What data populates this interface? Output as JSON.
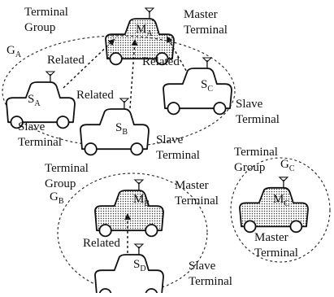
{
  "groups": {
    "A": {
      "title": "Terminal\nGroup",
      "name": "G",
      "sub": "A"
    },
    "B": {
      "title": "Terminal\nGroup",
      "name": "G",
      "sub": "B"
    },
    "C": {
      "title": "Terminal\nGroup",
      "name": "G",
      "sub": "C"
    }
  },
  "terminals": {
    "MA": {
      "letter": "M",
      "sub": "A",
      "role": "Master\nTerminal"
    },
    "SA": {
      "letter": "S",
      "sub": "A",
      "role": "Slave\nTerminal"
    },
    "SB": {
      "letter": "S",
      "sub": "B",
      "role": "Slave\nTerminal"
    },
    "SC": {
      "letter": "S",
      "sub": "C",
      "role": "Slave\nTerminal"
    },
    "MB": {
      "letter": "M",
      "sub": "B",
      "role": "Master\nTerminal"
    },
    "SD": {
      "letter": "S",
      "sub": "D",
      "role": "Slave\nTerminal"
    },
    "MC": {
      "letter": "M",
      "sub": "C",
      "role": "Master\nTerminal"
    }
  },
  "relations": {
    "SA_MA": "Related",
    "SB_MA": "Related",
    "SC_MA": "Related",
    "SD_MB": "Related"
  },
  "colors": {
    "stroke": "#111111",
    "dots": "#333333",
    "background": "#ffffff"
  }
}
